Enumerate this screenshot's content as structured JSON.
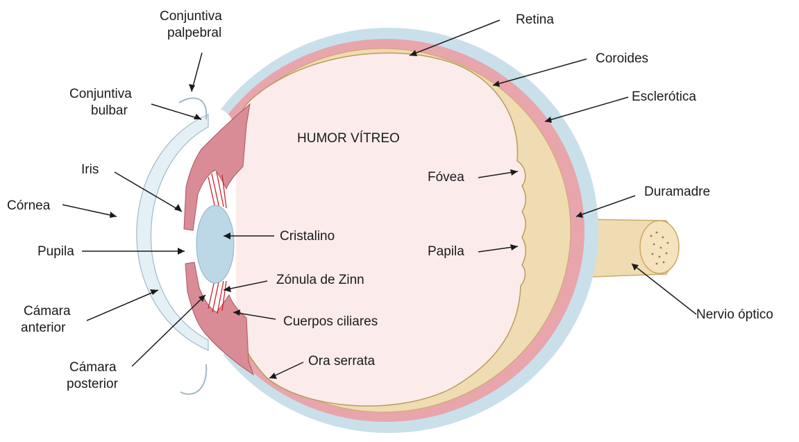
{
  "labels": {
    "conjuntiva_palpebral_1": "Conjuntiva",
    "conjuntiva_palpebral_2": "palpebral",
    "conjuntiva_bulbar_1": "Conjuntiva",
    "conjuntiva_bulbar_2": "bulbar",
    "iris": "Iris",
    "cornea": "Córnea",
    "pupila": "Pupila",
    "camara_anterior_1": "Cámara",
    "camara_anterior_2": "anterior",
    "camara_posterior_1": "Cámara",
    "camara_posterior_2": "posterior",
    "retina": "Retina",
    "coroides": "Coroides",
    "esclerotica": "Esclerótica",
    "humor_vitreo": "HUMOR VÍTREO",
    "fovea": "Fóvea",
    "duramadre": "Duramadre",
    "cristalino": "Cristalino",
    "papila": "Papila",
    "zonula": "Zónula de Zinn",
    "cuerpos_ciliares": "Cuerpos ciliares",
    "ora_serrata": "Ora serrata",
    "nervio_optico": "Nervio óptico"
  },
  "colors": {
    "sclera": "#c9e0ea",
    "choroid": "#e8a5ac",
    "retina": "#f0dcb2",
    "vitreous": "#fbeceb",
    "cornea": "#e3f0f6",
    "lens": "#bcd8e6",
    "ciliary": "#d98c96",
    "nerve": "#f0dcb2",
    "zonule": "#d0202a"
  }
}
